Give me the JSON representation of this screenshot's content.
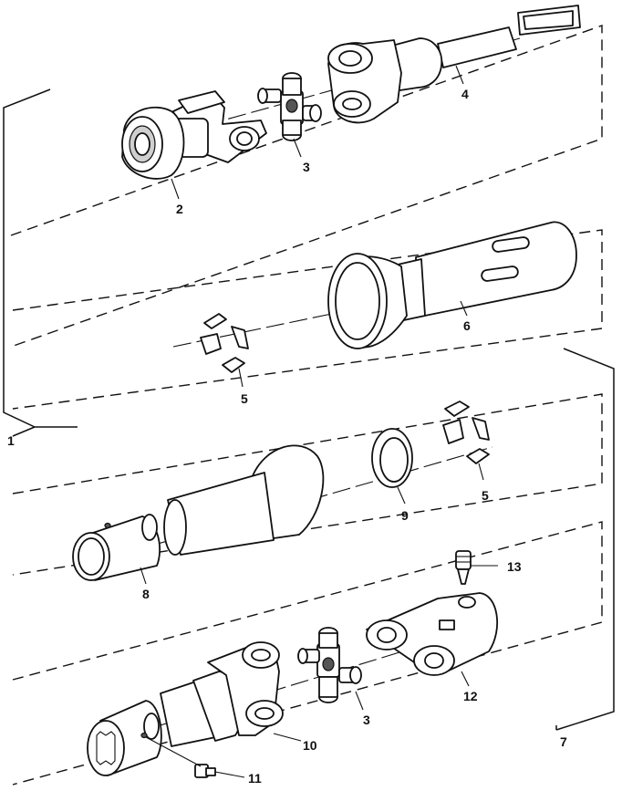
{
  "callouts": {
    "c1": "1",
    "c2": "2",
    "c3a": "3",
    "c4": "4",
    "c5a": "5",
    "c6": "6",
    "c5b": "5",
    "c7": "7",
    "c8": "8",
    "c9": "9",
    "c10": "10",
    "c11": "11",
    "c12": "12",
    "c3b": "3",
    "c13": "13"
  }
}
